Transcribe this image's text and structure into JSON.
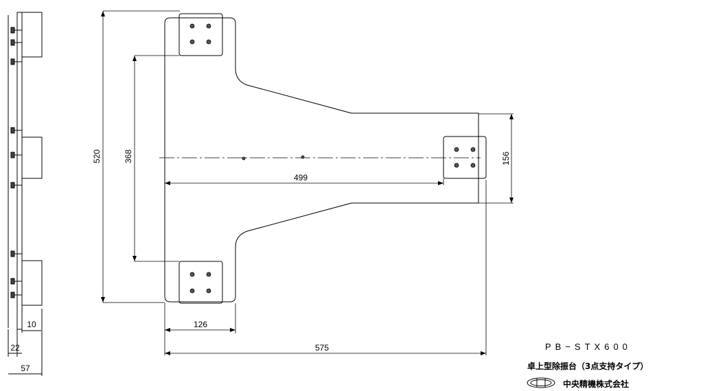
{
  "dimensions": {
    "overall_height": "520",
    "pad_spacing": "368",
    "center_distance": "499",
    "right_pad_width": "156",
    "pad_width": "126",
    "overall_length": "575",
    "side_10": "10",
    "side_22": "22",
    "side_57": "57"
  },
  "title_block": {
    "model": "PB−STX600",
    "description": "卓上型除振台（3点支持タイプ）",
    "company": "中央精機株式会社"
  },
  "colors": {
    "line": "#000000",
    "background": "#ffffff"
  }
}
